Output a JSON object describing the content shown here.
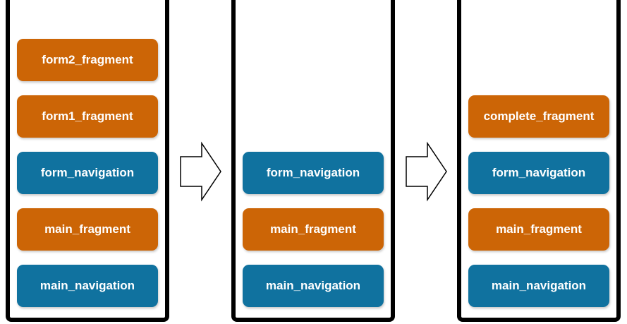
{
  "colors": {
    "fragment": "#cc6506",
    "navigation": "#10729f",
    "outline": "#000000"
  },
  "stacks": [
    {
      "items": [
        {
          "label": "form2_fragment",
          "kind": "fragment"
        },
        {
          "label": "form1_fragment",
          "kind": "fragment"
        },
        {
          "label": "form_navigation",
          "kind": "navigation"
        },
        {
          "label": "main_fragment",
          "kind": "fragment"
        },
        {
          "label": "main_navigation",
          "kind": "navigation"
        }
      ]
    },
    {
      "items": [
        {
          "label": "form_navigation",
          "kind": "navigation"
        },
        {
          "label": "main_fragment",
          "kind": "fragment"
        },
        {
          "label": "main_navigation",
          "kind": "navigation"
        }
      ]
    },
    {
      "items": [
        {
          "label": "complete_fragment",
          "kind": "fragment"
        },
        {
          "label": "form_navigation",
          "kind": "navigation"
        },
        {
          "label": "main_fragment",
          "kind": "fragment"
        },
        {
          "label": "main_navigation",
          "kind": "navigation"
        }
      ]
    }
  ],
  "arrows": [
    {
      "icon": "right-arrow-icon"
    },
    {
      "icon": "right-arrow-icon"
    }
  ]
}
